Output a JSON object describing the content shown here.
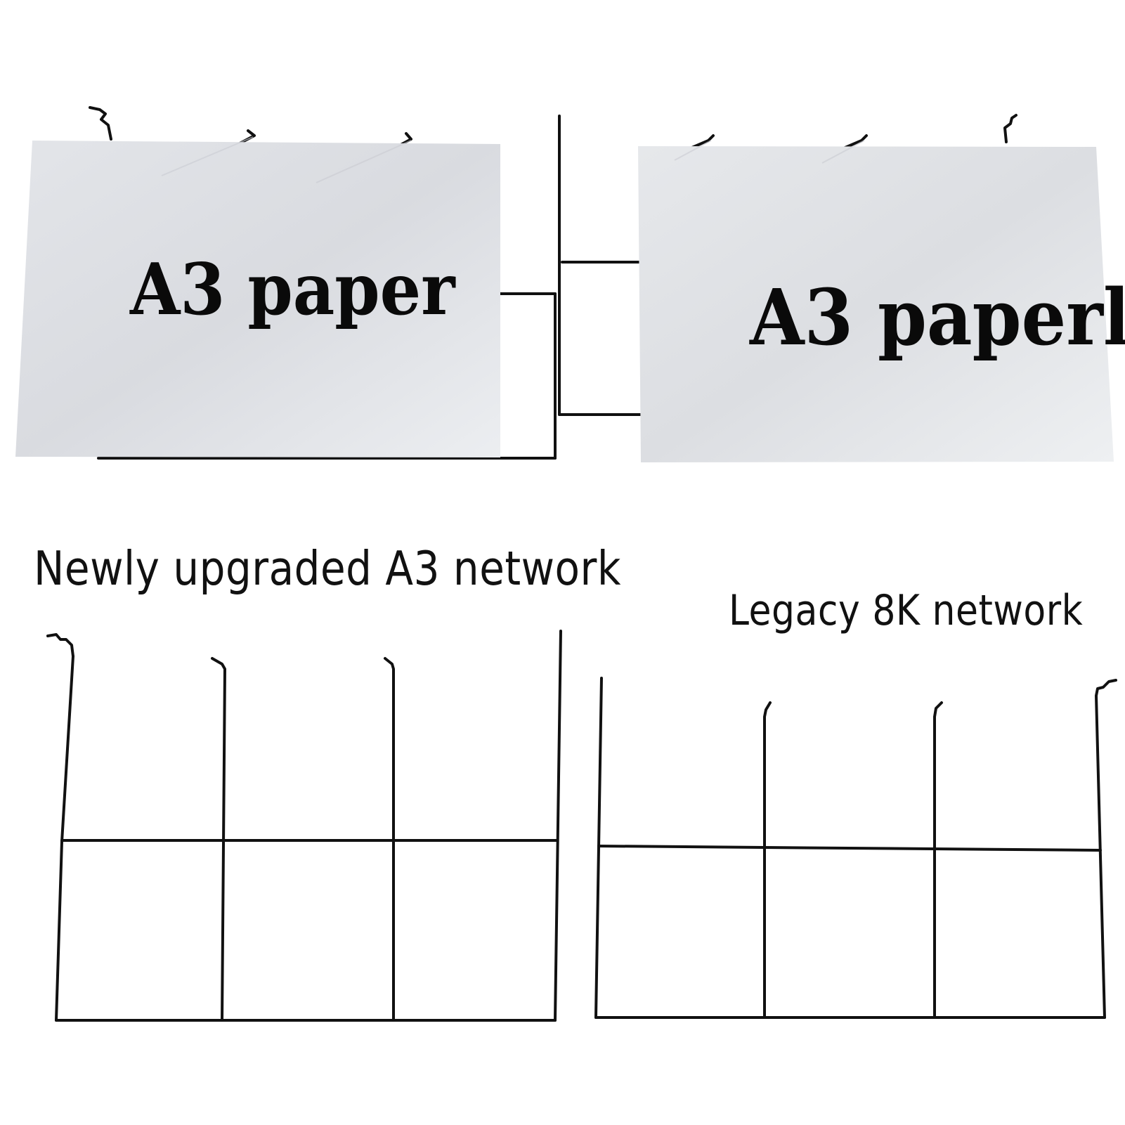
{
  "photo": {
    "left_display": {
      "paper_label": "A3 paper"
    },
    "right_display": {
      "paper_label": "A3 paperl"
    }
  },
  "captions": {
    "new_network": "Newly upgraded A3 network",
    "legacy_network": "Legacy 8K network"
  },
  "colors": {
    "background": "#ffffff",
    "paper": "#dcdee2",
    "wire": "#111111",
    "text": "#111111"
  }
}
